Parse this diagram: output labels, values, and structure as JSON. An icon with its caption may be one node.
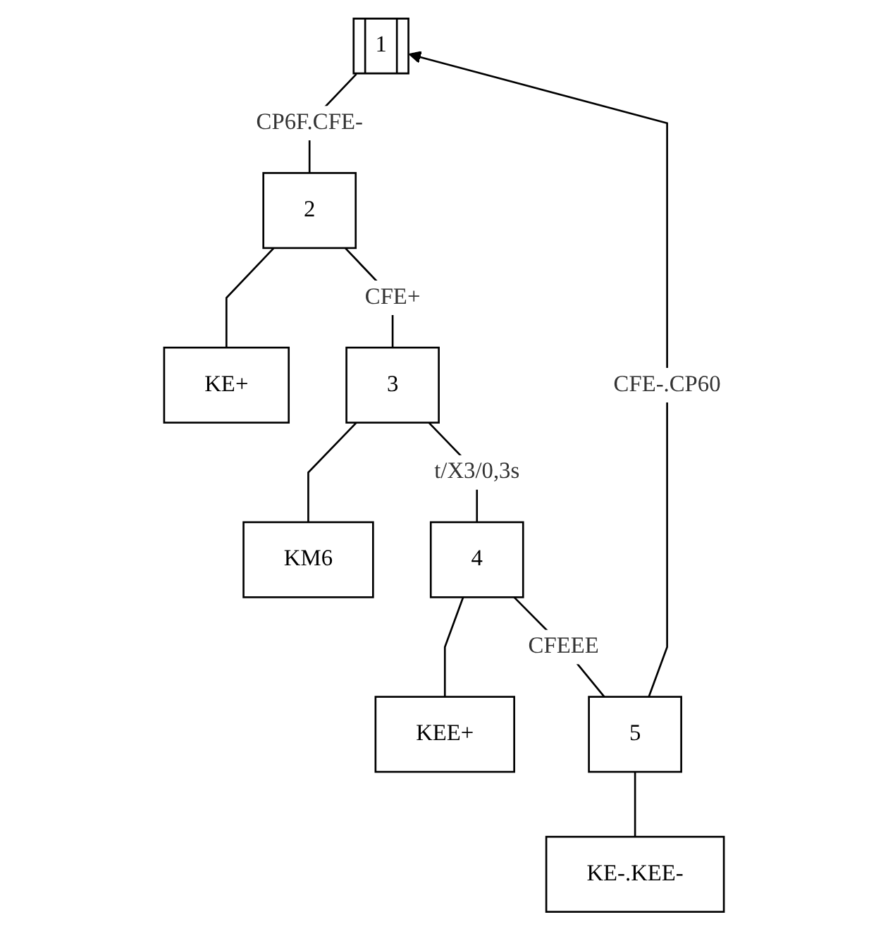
{
  "diagram": {
    "nodes": [
      {
        "text": [
          "1"
        ]
      },
      {
        "text": [
          "2"
        ]
      },
      {
        "text": [
          "KE+"
        ]
      },
      {
        "text": [
          "3"
        ]
      },
      {
        "text": [
          "KM6"
        ]
      },
      {
        "text": [
          "4"
        ]
      },
      {
        "text": [
          "KEE+"
        ]
      },
      {
        "text": [
          "5"
        ]
      },
      {
        "text": [
          "KE-.KEE-"
        ]
      }
    ],
    "edges": [
      {
        "from": 0,
        "to": 1,
        "arrow": "none",
        "label": "CP6F.CFE-"
      },
      {
        "from": 1,
        "to": 2,
        "arrow": "none"
      },
      {
        "from": 1,
        "to": 3,
        "arrow": "none",
        "label": "CFE+"
      },
      {
        "from": 3,
        "to": 4,
        "arrow": "none"
      },
      {
        "from": 3,
        "to": 5,
        "arrow": "none",
        "label": "t/X3/0,3s"
      },
      {
        "from": 5,
        "to": 6,
        "arrow": "none"
      },
      {
        "from": 5,
        "to": 7,
        "arrow": "none",
        "label": "CFEEE"
      },
      {
        "from": 7,
        "to": 8,
        "arrow": "none"
      },
      {
        "from": 7,
        "to": 0,
        "arrow": "to",
        "label": "CFE-.CP60"
      }
    ]
  }
}
